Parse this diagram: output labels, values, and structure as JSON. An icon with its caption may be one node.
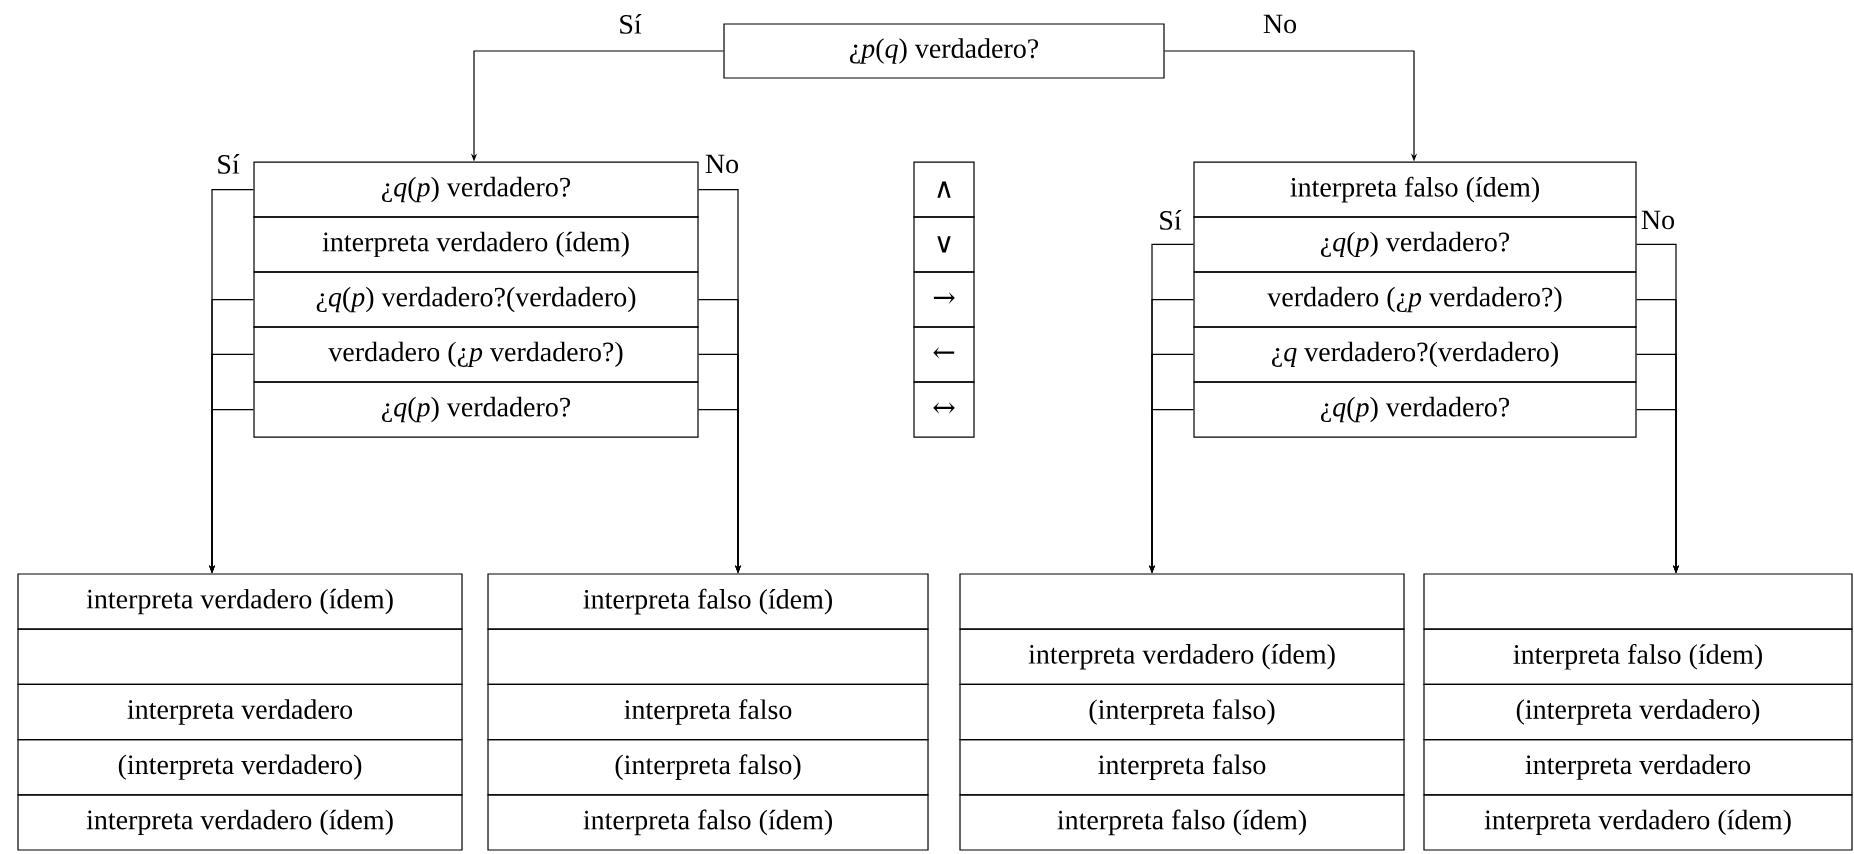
{
  "diagram": {
    "nodes": [
      {
        "text": [
          "¿*p*(*q*) verdadero?"
        ]
      },
      {
        "text": [
          "¿*q*(*p*) verdadero?"
        ]
      },
      {
        "text": [
          "interpreta verdadero (ídem)"
        ]
      },
      {
        "text": [
          "¿*q*(*p*) verdadero?(verdadero)"
        ]
      },
      {
        "text": [
          "verdadero (¿*p* verdadero?)"
        ]
      },
      {
        "text": [
          "¿*q*(*p*) verdadero?"
        ]
      },
      {
        "text": [
          "∧"
        ]
      },
      {
        "text": [
          "∨"
        ]
      },
      {
        "text": [
          "→"
        ]
      },
      {
        "text": [
          "←"
        ]
      },
      {
        "text": [
          "↔"
        ]
      },
      {
        "text": [
          "interpreta falso (ídem)"
        ]
      },
      {
        "text": [
          "¿*q*(*p*) verdadero?"
        ]
      },
      {
        "text": [
          "verdadero (¿*p* verdadero?)"
        ]
      },
      {
        "text": [
          "¿*q* verdadero?(verdadero)"
        ]
      },
      {
        "text": [
          "¿*q*(*p*) verdadero?"
        ]
      },
      {
        "text": [
          "interpreta verdadero (ídem)"
        ]
      },
      {
        "text": [],
        "shape": "box"
      },
      {
        "text": [
          "interpreta verdadero"
        ]
      },
      {
        "text": [
          "(interpreta verdadero)"
        ]
      },
      {
        "text": [
          "interpreta verdadero (ídem)"
        ]
      },
      {
        "text": [
          "interpreta falso (ídem)"
        ]
      },
      {
        "text": [],
        "shape": "box"
      },
      {
        "text": [
          "interpreta falso"
        ]
      },
      {
        "text": [
          "(interpreta falso)"
        ]
      },
      {
        "text": [
          "interpreta falso (ídem)"
        ]
      },
      {
        "text": [],
        "shape": "box"
      },
      {
        "text": [
          "interpreta verdadero (ídem)"
        ]
      },
      {
        "text": [
          "(interpreta falso)"
        ]
      },
      {
        "text": [
          "interpreta falso"
        ]
      },
      {
        "text": [
          "interpreta falso (ídem)"
        ]
      },
      {
        "text": [],
        "shape": "box"
      },
      {
        "text": [
          "interpreta falso (ídem)"
        ]
      },
      {
        "text": [
          "(interpreta verdadero)"
        ]
      },
      {
        "text": [
          "interpreta verdadero"
        ]
      },
      {
        "text": [
          "interpreta verdadero (ídem)"
        ]
      }
    ],
    "edges": [
      {
        "from": 0,
        "to": 1,
        "arrow": "to",
        "label": "Sí"
      },
      {
        "from": 0,
        "to": 11,
        "arrow": "to",
        "label": "No"
      },
      {
        "from": 1,
        "to": 16,
        "arrow": "to",
        "label": "Sí"
      },
      {
        "from": 3,
        "to": 16,
        "arrow": "to"
      },
      {
        "from": 4,
        "to": 16,
        "arrow": "to"
      },
      {
        "from": 5,
        "to": 16,
        "arrow": "to"
      },
      {
        "from": 1,
        "to": 21,
        "arrow": "to",
        "label": "No"
      },
      {
        "from": 3,
        "to": 21,
        "arrow": "to"
      },
      {
        "from": 4,
        "to": 21,
        "arrow": "to"
      },
      {
        "from": 5,
        "to": 21,
        "arrow": "to"
      },
      {
        "from": 12,
        "to": 26,
        "arrow": "to",
        "label": "Sí"
      },
      {
        "from": 13,
        "to": 26,
        "arrow": "to"
      },
      {
        "from": 14,
        "to": 26,
        "arrow": "to"
      },
      {
        "from": 15,
        "to": 26,
        "arrow": "to"
      },
      {
        "from": 12,
        "to": 31,
        "arrow": "to",
        "label": "No"
      },
      {
        "from": 13,
        "to": 31,
        "arrow": "to"
      },
      {
        "from": 14,
        "to": 31,
        "arrow": "to"
      },
      {
        "from": 15,
        "to": 31,
        "arrow": "to"
      }
    ]
  }
}
